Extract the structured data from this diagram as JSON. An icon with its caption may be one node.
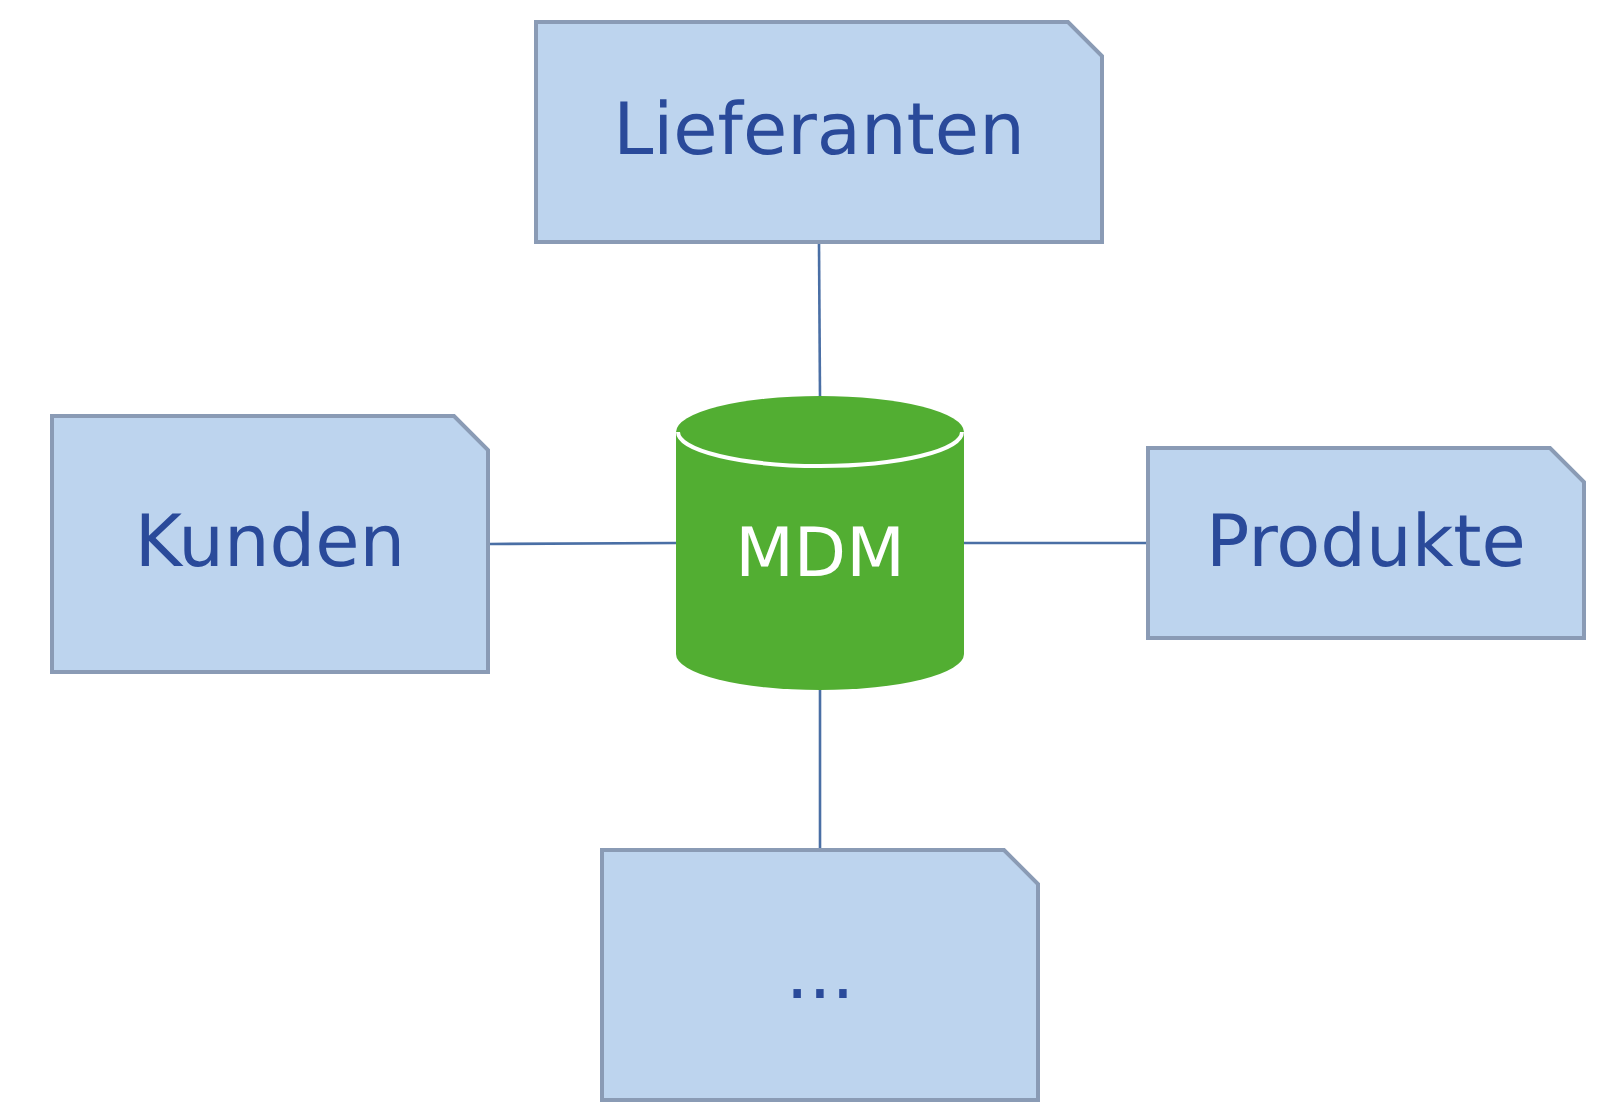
{
  "diagram": {
    "nodes": [
      {
        "text": [
          "Lieferanten"
        ]
      },
      {
        "text": [
          "Kunden"
        ]
      },
      {
        "text": [
          "MDM"
        ]
      },
      {
        "text": [
          "Produkte"
        ]
      },
      {
        "text": [
          "..."
        ]
      }
    ],
    "edges": [
      {
        "from": 0,
        "to": 2,
        "arrow": "none"
      },
      {
        "from": 1,
        "to": 2,
        "arrow": "none"
      },
      {
        "from": 2,
        "to": 3,
        "arrow": "none"
      },
      {
        "from": 2,
        "to": 4,
        "arrow": "none"
      }
    ]
  }
}
